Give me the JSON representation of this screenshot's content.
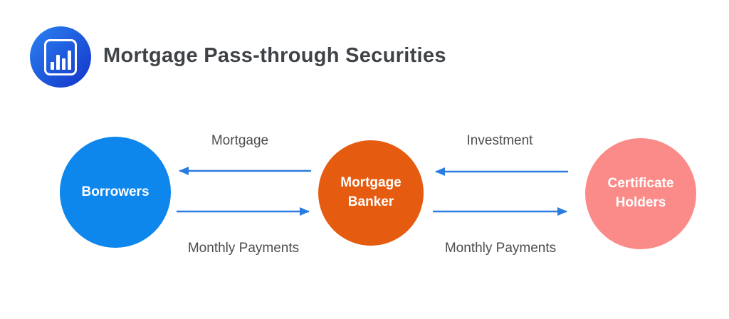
{
  "header": {
    "title": "Mortgage Pass-through Securities",
    "icon": "bar-chart-icon",
    "icon_gradient_start": "#2b82f2",
    "icon_gradient_end": "#1334c8",
    "title_color": "#3f4347"
  },
  "diagram": {
    "arrow_color": "#2b7ce0",
    "label_color": "#4d4d4d",
    "node_text_color": "#ffffff",
    "nodes": [
      {
        "id": "borrowers",
        "label": "Borrowers",
        "color": "#0e87ed"
      },
      {
        "id": "mortgage-banker",
        "label": "Mortgage Banker",
        "color": "#e55c10"
      },
      {
        "id": "certificate-holders",
        "label": "Certificate Holders",
        "color": "#fb8b88"
      }
    ],
    "flows": [
      {
        "label": "Mortgage",
        "from": "mortgage-banker",
        "to": "borrowers",
        "direction": "left"
      },
      {
        "label": "Monthly Payments",
        "from": "borrowers",
        "to": "mortgage-banker",
        "direction": "right"
      },
      {
        "label": "Investment",
        "from": "certificate-holders",
        "to": "mortgage-banker",
        "direction": "left"
      },
      {
        "label": "Monthly Payments",
        "from": "mortgage-banker",
        "to": "certificate-holders",
        "direction": "right"
      }
    ]
  }
}
